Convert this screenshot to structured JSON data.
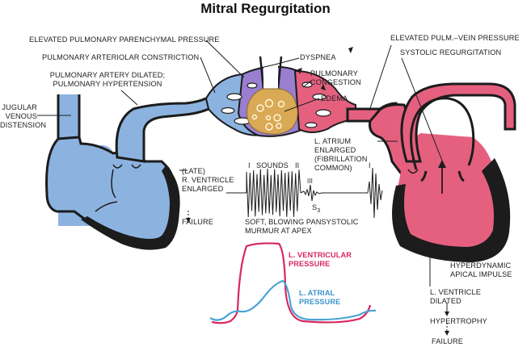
{
  "title": "Mitral Regurgitation",
  "colors": {
    "right_heart": "#8cb3e0",
    "left_heart": "#e5607f",
    "lung_tissue": "#9a7fd0",
    "alveoli": "#d9a955",
    "wall": "#1c1c1c",
    "ventricular_pressure": "#d8285e",
    "atrial_pressure": "#4aa3d6"
  },
  "labels": {
    "elevated_parenchymal": "ELEVATED PULMONARY PARENCHYMAL PRESSURE",
    "arteriolar_constriction": "PULMONARY  ARTERIOLAR  CONSTRICTION",
    "artery_dilated_1": "PULMONARY ARTERY DILATED;",
    "artery_dilated_2": "PULMONARY HYPERTENSION",
    "jugular_1": "JUGULAR",
    "jugular_2": "VENOUS",
    "jugular_3": "DISTENSION",
    "dyspnea": "DYSPNEA",
    "pulm_congestion_1": "PULMONARY",
    "pulm_congestion_2": "CONGESTION",
    "edema": "EDEMA",
    "pulm_vein_pressure": "ELEVATED  PULM.–VEIN  PRESSURE",
    "systolic_regurgitation": "SYSTOLIC  REGURGITATION",
    "l_atrium_1": "L.  ATRIUM",
    "l_atrium_2": "ENLARGED",
    "l_atrium_3": "(FIBRILLATION",
    "l_atrium_4": "COMMON)",
    "r_ventricle_1": "(LATE)",
    "r_ventricle_2": "R. VENTRICLE",
    "r_ventricle_3": "ENLARGED",
    "r_failure": "FAILURE",
    "sound_i": "I",
    "sounds": "SOUNDS",
    "sound_ii": "II",
    "sound_iii": "III",
    "s3": "S",
    "s3_sub": "3",
    "sound_i_next": "I",
    "murmur_1": "SOFT,  BLOWING  PANSYSTOLIC",
    "murmur_2": "MURMUR  AT  APEX",
    "lv_pressure_1": "L.  VENTRICULAR",
    "lv_pressure_2": "PRESSURE",
    "la_pressure_1": "L.  ATRIAL",
    "la_pressure_2": "PRESSURE",
    "apical_1": "HYPERDYNAMIC",
    "apical_2": "APICAL IMPULSE",
    "lv_dilated_1": "L.  VENTRICLE",
    "lv_dilated_2": "DILATED",
    "hypertrophy": "HYPERTROPHY",
    "l_failure": "FAILURE"
  }
}
